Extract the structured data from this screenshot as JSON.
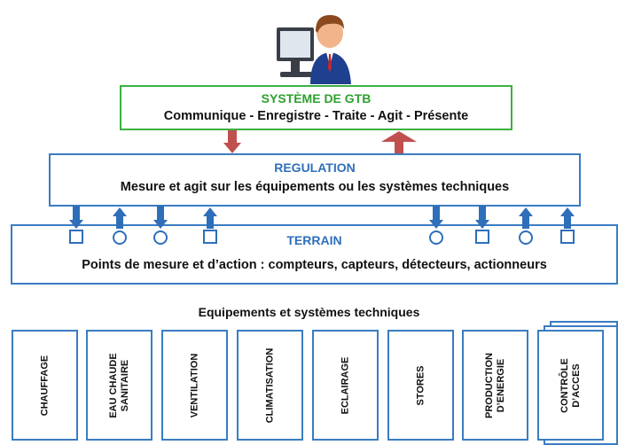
{
  "gtb": {
    "title": "SYSTÈME DE GTB",
    "subtitle": "Communique - Enregistre - Traite - Agit - Présente"
  },
  "regulation": {
    "title": "REGULATION",
    "subtitle": "Mesure et agit sur les équipements ou les systèmes techniques"
  },
  "terrain": {
    "title": "TERRAIN",
    "subtitle": "Points de mesure et d’action : compteurs, capteurs, détecteurs, actionneurs"
  },
  "equipements": {
    "title": "Equipements et systèmes techniques",
    "items": [
      {
        "label": "CHAUFFAGE"
      },
      {
        "label": "EAU CHAUDE\nSANITAIRE"
      },
      {
        "label": "VENTILATION"
      },
      {
        "label": "CLIMATISATION"
      },
      {
        "label": "ECLAIRAGE"
      },
      {
        "label": "STORES"
      },
      {
        "label": "PRODUCTION\nD’ENERGIE"
      },
      {
        "label": "CONTRÔLE\nD’ACCES"
      }
    ]
  },
  "icons": {
    "user": "user-at-computer-icon"
  },
  "colors": {
    "green": "#3cb043",
    "blue": "#3a7cc2",
    "red_arrow": "#c0504d",
    "blue_arrow": "#2f6fba"
  }
}
